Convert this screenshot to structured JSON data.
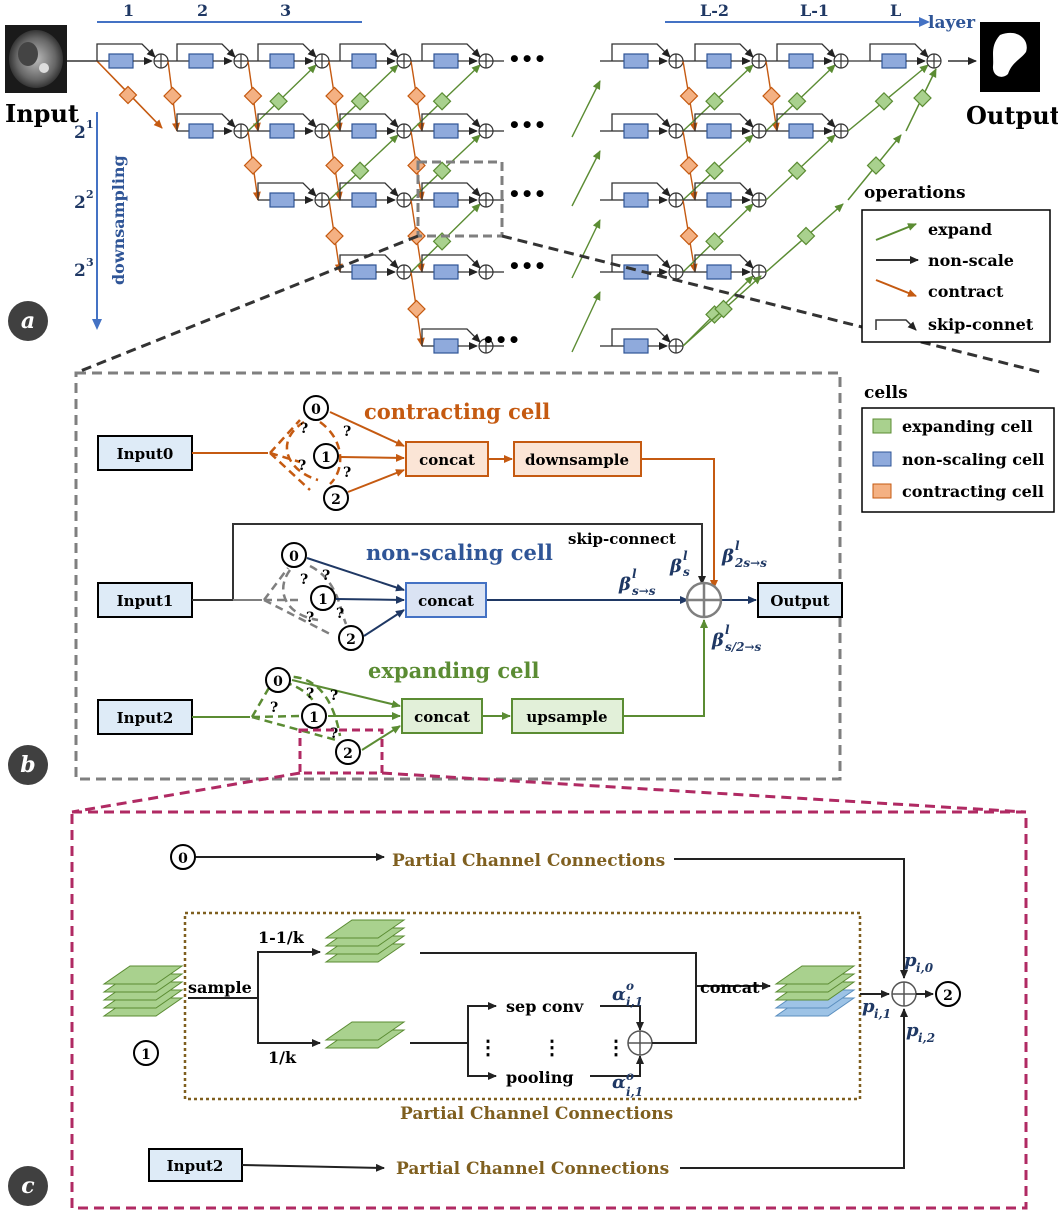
{
  "colors": {
    "expand": "#5b8c33",
    "contract": "#c55a11",
    "nonscale": "#1f3864",
    "axis": "#4472c4",
    "expand_fill": "#a9d18e",
    "nonscale_fill": "#8faadc",
    "contract_fill": "#f4b183",
    "magenta": "#b02a63",
    "pcc": "#7f5f1f",
    "grey": "#7f7f7f"
  },
  "panel_a": {
    "badge": "a",
    "layer_numbers": [
      "1",
      "2",
      "3"
    ],
    "layer_numbers_right": [
      "L-2",
      "L-1",
      "L"
    ],
    "layer_label": "layer",
    "input_label": "Input",
    "output_label": "Output",
    "downsampling_label": "downsampling",
    "scale_labels": [
      {
        "base": "2",
        "exp": "1"
      },
      {
        "base": "2",
        "exp": "2"
      },
      {
        "base": "2",
        "exp": "3"
      }
    ],
    "ellipsis": "•••",
    "legend": {
      "title": "operations",
      "items": [
        "expand",
        "non-scale",
        "contract",
        "skip-connet"
      ]
    }
  },
  "panel_b": {
    "badge": "b",
    "inputs": [
      "Input0",
      "Input1",
      "Input2"
    ],
    "cell_titles": [
      "contracting cell",
      "non-scaling cell",
      "expanding cell"
    ],
    "concat": "concat",
    "downsample": "downsample",
    "upsample": "upsample",
    "output": "Output",
    "skip_connect": "skip-connect",
    "node_labels": [
      "0",
      "1",
      "2"
    ],
    "question": "?",
    "beta_s": {
      "base": "β",
      "sup": "l",
      "sub": "s"
    },
    "beta_2s": {
      "base": "β",
      "sup": "l",
      "sub": "2s→s"
    },
    "beta_ss": {
      "base": "β",
      "sup": "l",
      "sub": "s→s"
    },
    "beta_half": {
      "base": "β",
      "sup": "l",
      "sub": "s/2→s"
    },
    "legend": {
      "title": "cells",
      "items": [
        "expanding cell",
        "non-scaling cell",
        "contracting cell"
      ]
    }
  },
  "panel_c": {
    "badge": "c",
    "node_0": "0",
    "node_1": "1",
    "node_2": "2",
    "pcc_label": "Partial Channel Connections",
    "sample": "sample",
    "frac_a": "1-1/k",
    "frac_b": "1/k",
    "sep_conv": "sep conv",
    "pooling": "pooling",
    "vdots": "⋮",
    "concat": "concat",
    "input2": "Input2",
    "alpha_top": {
      "base": "α",
      "sup": "o",
      "sub": "i,1"
    },
    "alpha_bottom": {
      "base": "α",
      "sup": "o",
      "sub": "i,1"
    },
    "p0": {
      "base": "p",
      "sub": "i,0"
    },
    "p1": {
      "base": "p",
      "sub": "i,1"
    },
    "p2": {
      "base": "p",
      "sub": "i,2"
    }
  }
}
